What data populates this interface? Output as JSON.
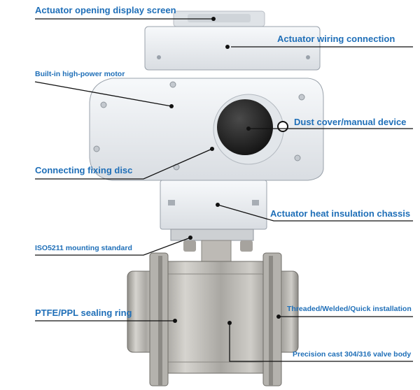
{
  "colors": {
    "label_text": "#1f6fb8",
    "leader_line": "#111111",
    "actuator_body": "#eef1f4",
    "valve_steel": "#b9b7b2"
  },
  "labels": {
    "opening_display": "Actuator opening display screen",
    "wiring_connection": "Actuator wiring connection",
    "high_power_motor": "Built-in high-power motor",
    "dust_cover": "Dust cover/manual device",
    "fixing_disc": "Connecting fixing disc",
    "heat_chassis": "Actuator heat insulation chassis",
    "iso_mounting": "ISO5211 mounting standard",
    "sealing_ring": "PTFE/PPL sealing ring",
    "installation": "Threaded/Welded/Quick installation",
    "valve_body": "Precision cast 304/316 valve body"
  }
}
